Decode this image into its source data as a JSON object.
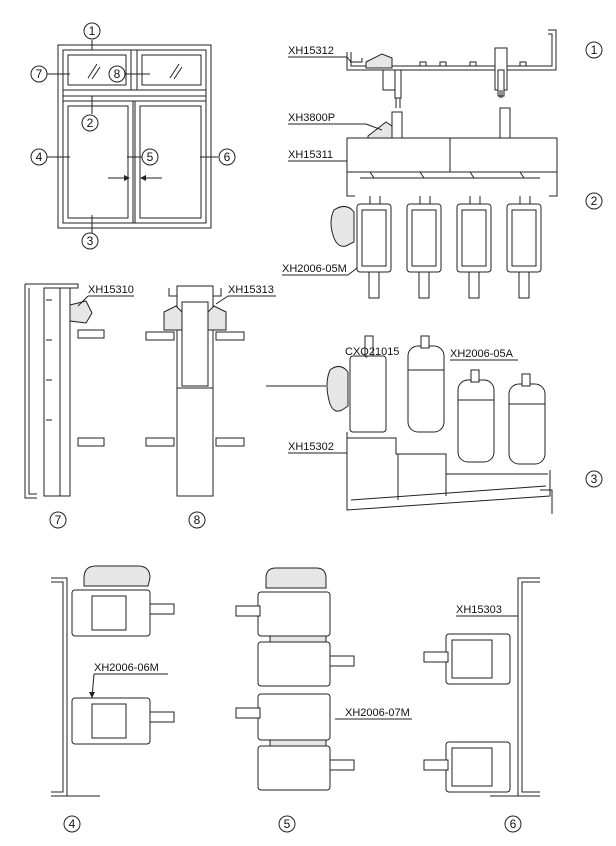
{
  "window_callouts": [
    "1",
    "2",
    "3",
    "4",
    "5",
    "6",
    "7",
    "8"
  ],
  "section_numbers": [
    "1",
    "2",
    "3",
    "4",
    "5",
    "6",
    "7",
    "8"
  ],
  "labels": {
    "xh15312": "XH15312",
    "xh3800p": "XH3800P",
    "xh15311": "XH15311",
    "xh2006_05m": "XH2006-05M",
    "xh15310": "XH15310",
    "xh15313": "XH15313",
    "cxq21015": "CXQ21015",
    "xh2006_05a": "XH2006-05A",
    "xh15302": "XH15302",
    "xh2006_06m": "XH2006-06M",
    "xh2006_07m": "XH2006-07M",
    "xh15303": "XH15303"
  }
}
